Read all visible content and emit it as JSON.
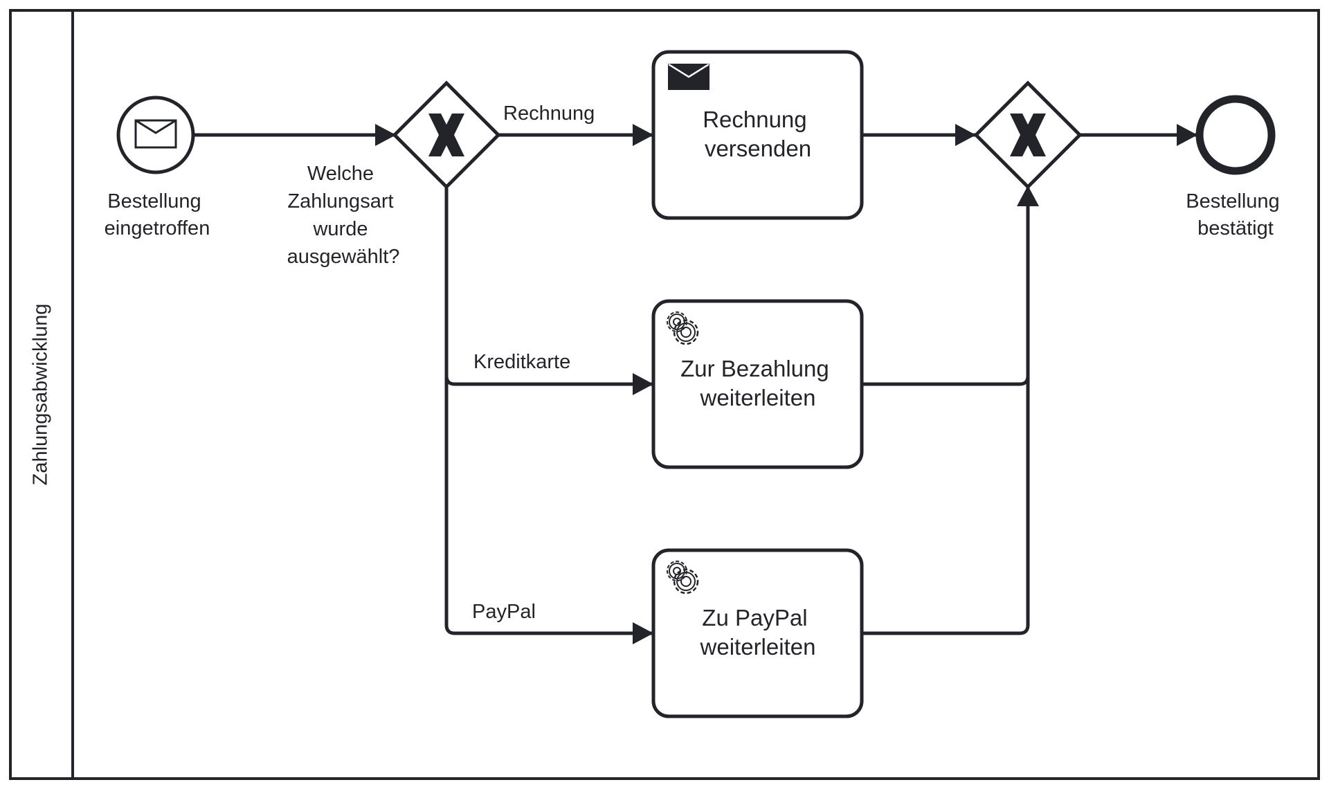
{
  "diagram": {
    "type": "BPMN process",
    "stroke_color": "#22242a",
    "background_color": "#ffffff",
    "pool": {
      "label": "Zahlungsabwicklung"
    },
    "start_event": {
      "kind": "message start event",
      "icon": "envelope-icon",
      "label_lines": [
        "Bestellung",
        "eingetroffen"
      ]
    },
    "split_gateway": {
      "kind": "exclusive gateway",
      "marker": "X",
      "label_lines": [
        "Welche",
        "Zahlungsart",
        "wurde",
        "ausgewählt?"
      ]
    },
    "tasks": [
      {
        "id": "task-invoice",
        "kind": "send task",
        "icon": "send-envelope-icon",
        "label_lines": [
          "Rechnung",
          "versenden"
        ]
      },
      {
        "id": "task-credit-card",
        "kind": "service task",
        "icon": "gears-icon",
        "label_lines": [
          "Zur Bezahlung",
          "weiterleiten"
        ]
      },
      {
        "id": "task-paypal",
        "kind": "service task",
        "icon": "gears-icon",
        "label_lines": [
          "Zu PayPal",
          "weiterleiten"
        ]
      }
    ],
    "flow_labels": {
      "invoice": "Rechnung",
      "credit_card": "Kreditkarte",
      "paypal": "PayPal"
    },
    "join_gateway": {
      "kind": "exclusive gateway",
      "marker": "X"
    },
    "end_event": {
      "kind": "end event",
      "label_lines": [
        "Bestellung",
        "bestätigt"
      ]
    }
  }
}
